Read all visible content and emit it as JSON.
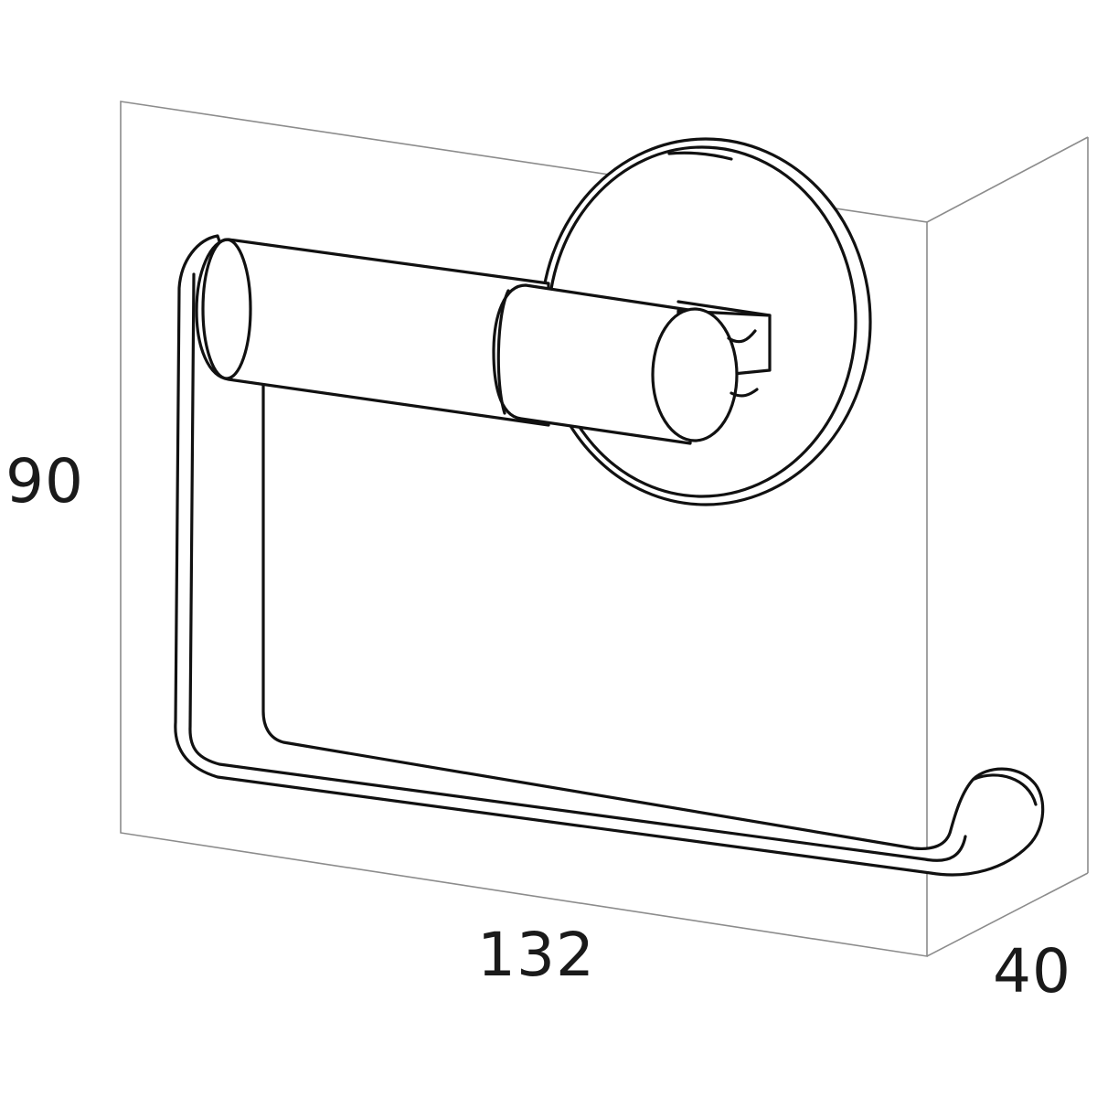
{
  "dimensions": {
    "height": "90",
    "width": "132",
    "depth": "40"
  },
  "colors": {
    "outline": "#111111",
    "bounding_box": "#8c8c8c",
    "background": "#ffffff"
  }
}
